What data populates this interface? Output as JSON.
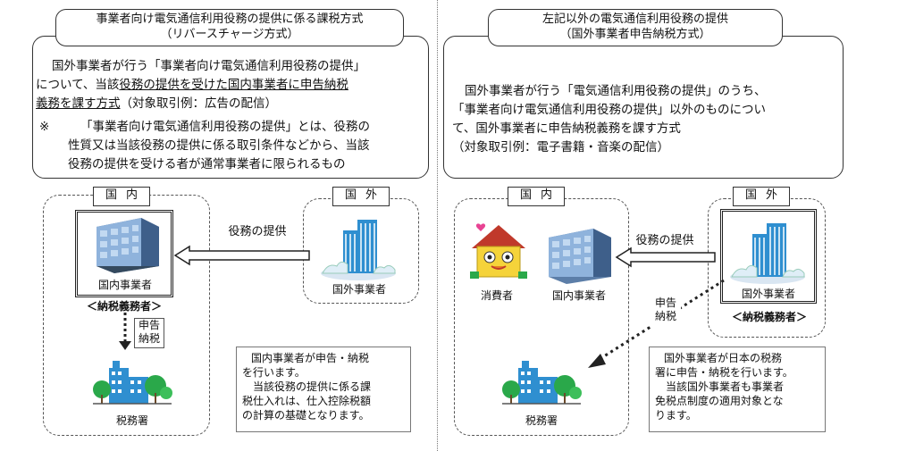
{
  "left": {
    "title_line1": "事業者向け電気通信利用役務の提供に係る課税方式",
    "title_line2": "（リバースチャージ方式）",
    "body_line1": "国外事業者が行う「事業者向け電気通信利用役務の提供」",
    "body_line2a": "について、当該",
    "body_line2b": "役務の提供を受けた国内事業者に申告納税",
    "body_line3a": "義務を課す方式",
    "body_line3b": "（対象取引例：広告の配信）",
    "note_mark": "※",
    "note_line1": "「事業者向け電気通信利用役務の提供」とは、役務の",
    "note_line2": "性質又は当該役務の提供に係る取引条件などから、当該",
    "note_line3": "役務の提供を受ける者が通常事業者に限られるもの",
    "tag_domestic": "国内",
    "tag_foreign": "国外",
    "arrow_label": "役務の提供",
    "domestic_business": "国内事業者",
    "taxpayer": "＜納税義務者＞",
    "foreign_business": "国外事業者",
    "filing_line1": "申告",
    "filing_line2": "納税",
    "tax_office": "税務署",
    "info_lines": [
      "国内事業者が申告・納税",
      "を行います。",
      "　当該役務の提供に係る課",
      "税仕入れは、仕入控除税額",
      "の計算の基礎となります。"
    ]
  },
  "right": {
    "title_line1": "左記以外の電気通信利用役務の提供",
    "title_line2": "（国外事業者申告納税方式）",
    "body_line1": "国外事業者が行う「電気通信利用役務の提供」のうち、",
    "body_line2": "「事業者向け電気通信利用役務の提供」以外のものについ",
    "body_line3": "て、国外事業者に申告納税義務を課す方式",
    "body_line4": "（対象取引例：電子書籍・音楽の配信）",
    "tag_domestic": "国内",
    "tag_foreign": "国外",
    "arrow_label": "役務の提供",
    "consumer": "消費者",
    "domestic_business": "国内事業者",
    "foreign_business": "国外事業者",
    "taxpayer": "＜納税義務者＞",
    "filing_line1": "申告",
    "filing_line2": "納税",
    "tax_office": "税務署",
    "info_lines": [
      "国外事業者が日本の税務",
      "署に申告・納税を行います。",
      "　当該国外事業者も事業者",
      "免税点制度の適用対象とな",
      "ります。"
    ]
  },
  "colors": {
    "building_blue": "#2f8fd0",
    "tree_green": "#2aa84a",
    "house_yellow": "#f5d33a"
  }
}
